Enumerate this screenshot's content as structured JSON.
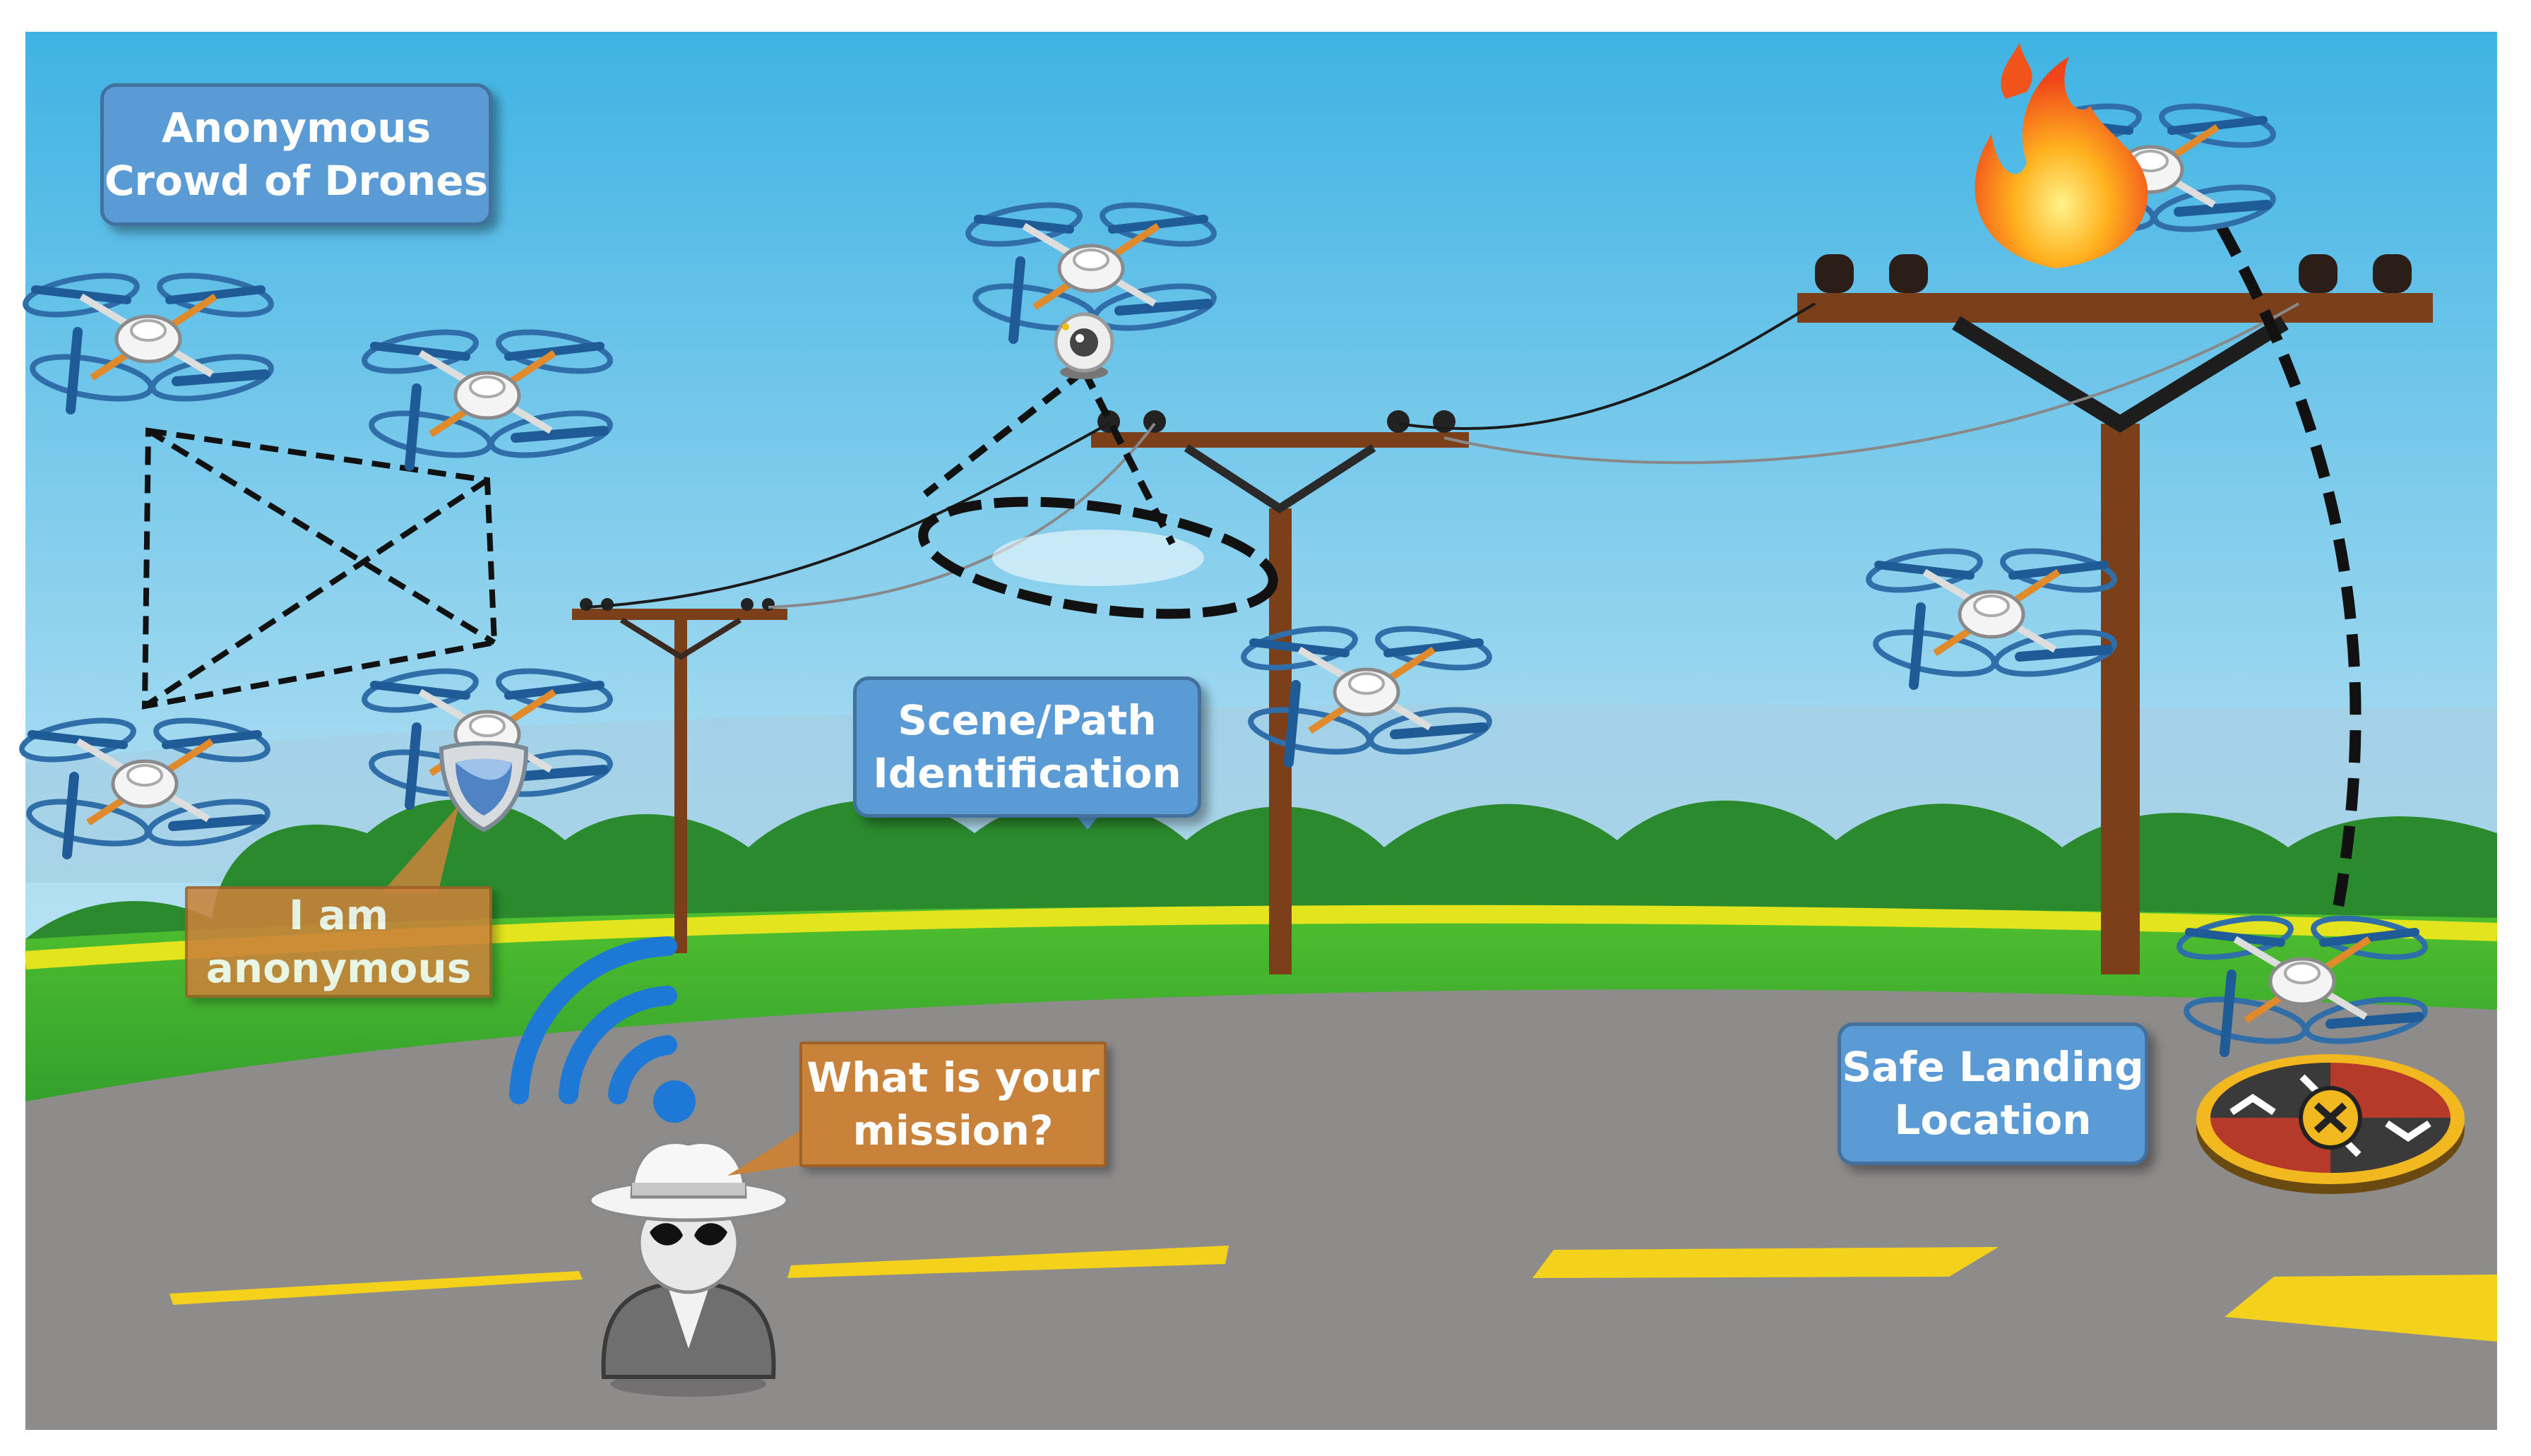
{
  "labels": {
    "crowd": "Anonymous\nCrowd of Drones",
    "scene": "Scene/Path\nIdentification",
    "safe_landing": "Safe Landing\nLocation",
    "anonymous": "I am\nanonymous",
    "mission": "What is your\nmission?"
  },
  "colors": {
    "sky_top": "#3fb3e4",
    "sky_bottom": "#d9eef7",
    "grass": "#39a935",
    "road": "#8e8b8b",
    "road_marking": "#f4d21c",
    "pole": "#7b3f1a",
    "callout_blue": "#5b9bd5",
    "callout_orange": "#c9823a"
  },
  "icons": [
    "drone-icon",
    "camera-icon",
    "shield-icon",
    "fire-icon",
    "wifi-icon",
    "spy-icon",
    "landing-pad-icon"
  ]
}
